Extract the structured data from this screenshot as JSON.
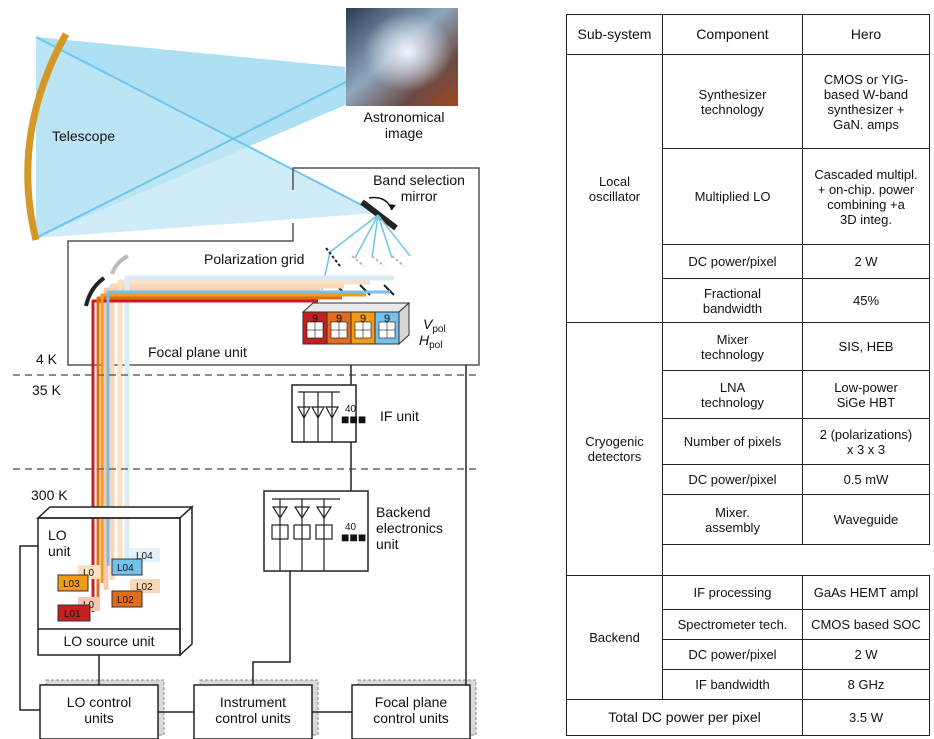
{
  "diagram": {
    "telescope": "Telescope",
    "astro_image": "Astronomical\nimage",
    "band_selection_mirror": "Band selection\nmirror",
    "polarization_grid": "Polarization grid",
    "focal_plane_unit": "Focal plane unit",
    "v_pol": "V",
    "h_pol": "H",
    "pol_sub": "pol",
    "pixel_digit": "9",
    "temp_4k": "4 K",
    "temp_35k": "35 K",
    "temp_300k": "300 K",
    "if_unit": "IF unit",
    "if_count": "40",
    "backend_unit": "Backend\nelectronics\nunit",
    "backend_count": "40",
    "lo_unit": "LO\nunit",
    "lo_labels": [
      "L01",
      "L02",
      "L03",
      "L04"
    ],
    "lo_ghost_labels": [
      "L0",
      "L0",
      "L0",
      "L04",
      "L02"
    ],
    "lo_source_unit": "LO source unit",
    "lo_control_units": "LO control\nunits",
    "instrument_control_units": "Instrument\ncontrol units",
    "focal_plane_control_units": "Focal plane\ncontrol units",
    "colors": {
      "beam": "#6cc6ea",
      "telescope": "#d59826",
      "lo1": "#c71f1f",
      "lo2": "#e06c1c",
      "lo3": "#f29b16",
      "lo4": "#73c1ec"
    }
  },
  "table": {
    "headers": [
      "Sub-system",
      "Component",
      "Hero"
    ],
    "rows": [
      {
        "group": "Local\noscillator",
        "span": 4,
        "component": "Synthesizer\ntechnology",
        "hero": "CMOS or YIG-\nbased W-band\nsynthesizer +\nGaN. amps"
      },
      {
        "component": "Multiplied LO",
        "hero": "Cascaded multipl.\n+ on-chip. power\ncombining +a\n3D integ."
      },
      {
        "component": "DC power/pixel",
        "hero": "2 W"
      },
      {
        "component": "Fractional\nbandwidth",
        "hero": "45%"
      },
      {
        "group": "Cryogenic\ndetectors",
        "span": 6,
        "component": "Mixer\ntechnology",
        "hero": "SIS, HEB"
      },
      {
        "component": "LNA\ntechnology",
        "hero": "Low-power\nSiGe HBT"
      },
      {
        "component": "Number of pixels",
        "hero": "2 (polarizations)\nx 3 x 3"
      },
      {
        "component": "DC power/pixel",
        "hero": "0.5 mW"
      },
      {
        "component": "Mixer.\nassembly",
        "hero": "Waveguide"
      },
      {
        "group": "Backend",
        "span": 4,
        "component": "IF processing",
        "hero": "GaAs HEMT ampl"
      },
      {
        "component": "Spectrometer tech.",
        "hero": "CMOS based SOC"
      },
      {
        "component": "DC power/pixel",
        "hero": "2 W"
      },
      {
        "component": "IF bandwidth",
        "hero": "8 GHz"
      }
    ],
    "total_label": "Total DC power per pixel",
    "total_value": "3.5 W"
  }
}
